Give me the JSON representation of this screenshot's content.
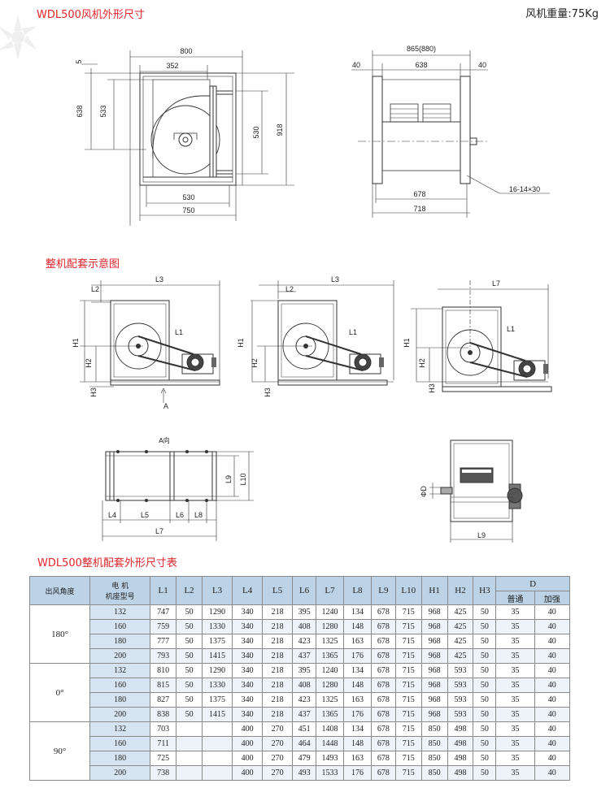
{
  "titles": {
    "outline": "WDL500风机外形尺寸",
    "weight": "风机重量:75Kg",
    "assembly": "整机配套示意图",
    "table": "WDL500整机配套外形尺寸表"
  },
  "front_view": {
    "dims": [
      "800",
      "352",
      "5",
      "638",
      "533",
      "530",
      "918",
      "530",
      "750"
    ]
  },
  "side_view": {
    "dims": [
      "865(880)",
      "40",
      "638",
      "40",
      "678",
      "718"
    ],
    "hole_note": "16-14×30"
  },
  "assembly_labels": {
    "L1": "L1",
    "L2": "L2",
    "L3": "L3",
    "L4": "L4",
    "L5": "L5",
    "L6": "L6",
    "L7": "L7",
    "L8": "L8",
    "L9": "L9",
    "L10": "L10",
    "H1": "H1",
    "H2": "H2",
    "H3": "H3",
    "A": "A",
    "A_dir": "A向",
    "D": "ΦD"
  },
  "table": {
    "headers": [
      "出风角度",
      "电  机\n机座型号",
      "L1",
      "L2",
      "L3",
      "L4",
      "L5",
      "L6",
      "L7",
      "L8",
      "L9",
      "L10",
      "H1",
      "H2",
      "H3",
      "D"
    ],
    "d_sub": [
      "普通",
      "加强"
    ],
    "groups": [
      {
        "angle": "180°",
        "rows": [
          [
            "132",
            "747",
            "50",
            "1290",
            "340",
            "218",
            "395",
            "1240",
            "134",
            "678",
            "715",
            "968",
            "425",
            "50",
            "35",
            "40"
          ],
          [
            "160",
            "759",
            "50",
            "1330",
            "340",
            "218",
            "408",
            "1280",
            "148",
            "678",
            "715",
            "968",
            "425",
            "50",
            "35",
            "40"
          ],
          [
            "180",
            "777",
            "50",
            "1375",
            "340",
            "218",
            "423",
            "1325",
            "163",
            "678",
            "715",
            "968",
            "425",
            "50",
            "35",
            "40"
          ],
          [
            "200",
            "793",
            "50",
            "1415",
            "340",
            "218",
            "437",
            "1365",
            "176",
            "678",
            "715",
            "968",
            "425",
            "50",
            "35",
            "40"
          ]
        ]
      },
      {
        "angle": "0°",
        "rows": [
          [
            "132",
            "810",
            "50",
            "1290",
            "340",
            "218",
            "395",
            "1240",
            "134",
            "678",
            "715",
            "968",
            "593",
            "50",
            "35",
            "40"
          ],
          [
            "160",
            "815",
            "50",
            "1330",
            "340",
            "218",
            "408",
            "1280",
            "148",
            "678",
            "715",
            "968",
            "593",
            "50",
            "35",
            "40"
          ],
          [
            "180",
            "827",
            "50",
            "1375",
            "340",
            "218",
            "423",
            "1325",
            "163",
            "678",
            "715",
            "968",
            "593",
            "50",
            "35",
            "40"
          ],
          [
            "200",
            "838",
            "50",
            "1415",
            "340",
            "218",
            "437",
            "1365",
            "176",
            "678",
            "715",
            "968",
            "593",
            "50",
            "35",
            "40"
          ]
        ]
      },
      {
        "angle": "90°",
        "rows": [
          [
            "132",
            "703",
            "",
            "",
            "400",
            "270",
            "451",
            "1408",
            "134",
            "678",
            "715",
            "850",
            "498",
            "50",
            "35",
            "40"
          ],
          [
            "160",
            "711",
            "",
            "",
            "400",
            "270",
            "464",
            "1448",
            "148",
            "678",
            "715",
            "850",
            "498",
            "50",
            "35",
            "40"
          ],
          [
            "180",
            "725",
            "",
            "",
            "400",
            "270",
            "479",
            "1493",
            "163",
            "678",
            "715",
            "850",
            "498",
            "50",
            "35",
            "40"
          ],
          [
            "200",
            "738",
            "",
            "",
            "400",
            "270",
            "493",
            "1533",
            "176",
            "678",
            "715",
            "850",
            "498",
            "50",
            "35",
            "40"
          ]
        ]
      }
    ]
  }
}
